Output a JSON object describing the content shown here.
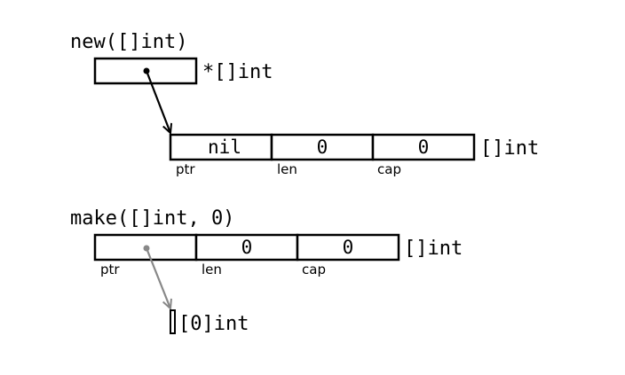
{
  "colors": {
    "stroke": "#000000",
    "second_pointer": "#888888",
    "background": "#ffffff"
  },
  "new_section": {
    "title": "new([]int)",
    "pointer_type": "*[]int",
    "header_type": "[]int",
    "cells": [
      "nil",
      "0",
      "0"
    ],
    "field_labels": [
      "ptr",
      "len",
      "cap"
    ]
  },
  "make_section": {
    "title": "make([]int, 0)",
    "header_type": "[]int",
    "cells": [
      "",
      "0",
      "0"
    ],
    "field_labels": [
      "ptr",
      "len",
      "cap"
    ],
    "array_type": "[0]int"
  }
}
